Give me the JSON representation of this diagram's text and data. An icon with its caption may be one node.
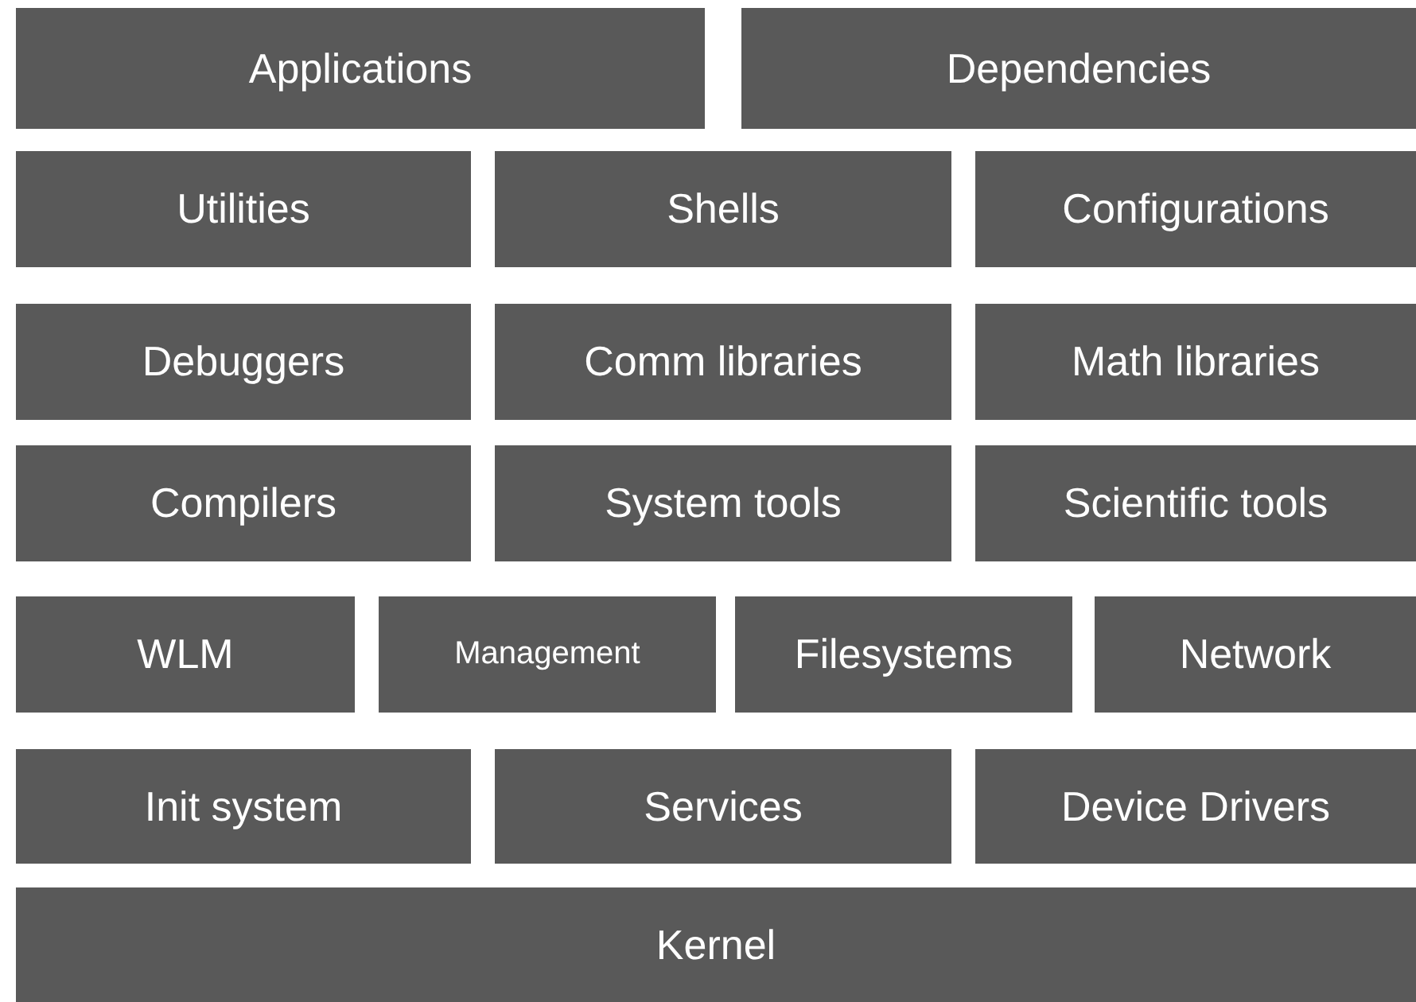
{
  "diagram": {
    "nodes": [
      {
        "text": [
          "Applications"
        ]
      },
      {
        "text": [
          "Dependencies"
        ]
      },
      {
        "text": [
          "Utilities"
        ]
      },
      {
        "text": [
          "Shells"
        ]
      },
      {
        "text": [
          "Configurations"
        ]
      },
      {
        "text": [
          "Debuggers"
        ]
      },
      {
        "text": [
          "Comm libraries"
        ]
      },
      {
        "text": [
          "Math libraries"
        ]
      },
      {
        "text": [
          "Compilers"
        ]
      },
      {
        "text": [
          "System tools"
        ]
      },
      {
        "text": [
          "Scientific tools"
        ]
      },
      {
        "text": [
          "WLM"
        ]
      },
      {
        "text": [
          "Management"
        ]
      },
      {
        "text": [
          "Filesystems"
        ]
      },
      {
        "text": [
          "Network"
        ]
      },
      {
        "text": [
          "Init system"
        ]
      },
      {
        "text": [
          "Services"
        ]
      },
      {
        "text": [
          "Device Drivers"
        ]
      },
      {
        "text": [
          "Kernel"
        ]
      }
    ]
  }
}
